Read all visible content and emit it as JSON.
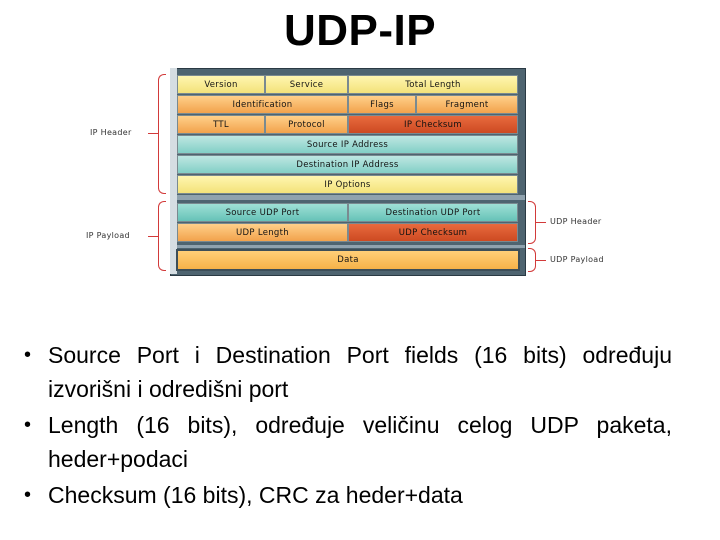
{
  "title": "UDP-IP",
  "diagram": {
    "labels": {
      "ip_header": "IP Header",
      "ip_payload": "IP Payload",
      "udp_header": "UDP Header",
      "udp_payload": "UDP Payload"
    },
    "ip_rows": [
      [
        "Version",
        "Service",
        "Total Length"
      ],
      [
        "Identification",
        "Flags",
        "Fragment"
      ],
      [
        "TTL",
        "Protocol",
        "IP Checksum"
      ],
      [
        "Source IP Address"
      ],
      [
        "Destination IP Address"
      ],
      [
        "IP Options"
      ]
    ],
    "udp_rows": [
      [
        "Source UDP Port",
        "Destination UDP Port"
      ],
      [
        "UDP Length",
        "UDP Checksum"
      ]
    ],
    "data_label": "Data"
  },
  "bullets": [
    "Source Port i Destination Port fields (16 bits) određuju izvorišni i odredišni port",
    "Length (16 bits), određuje veličinu celog UDP paketa, heder+podaci",
    "Checksum (16 bits), CRC za heder+data"
  ],
  "bullet_glyph": "•"
}
